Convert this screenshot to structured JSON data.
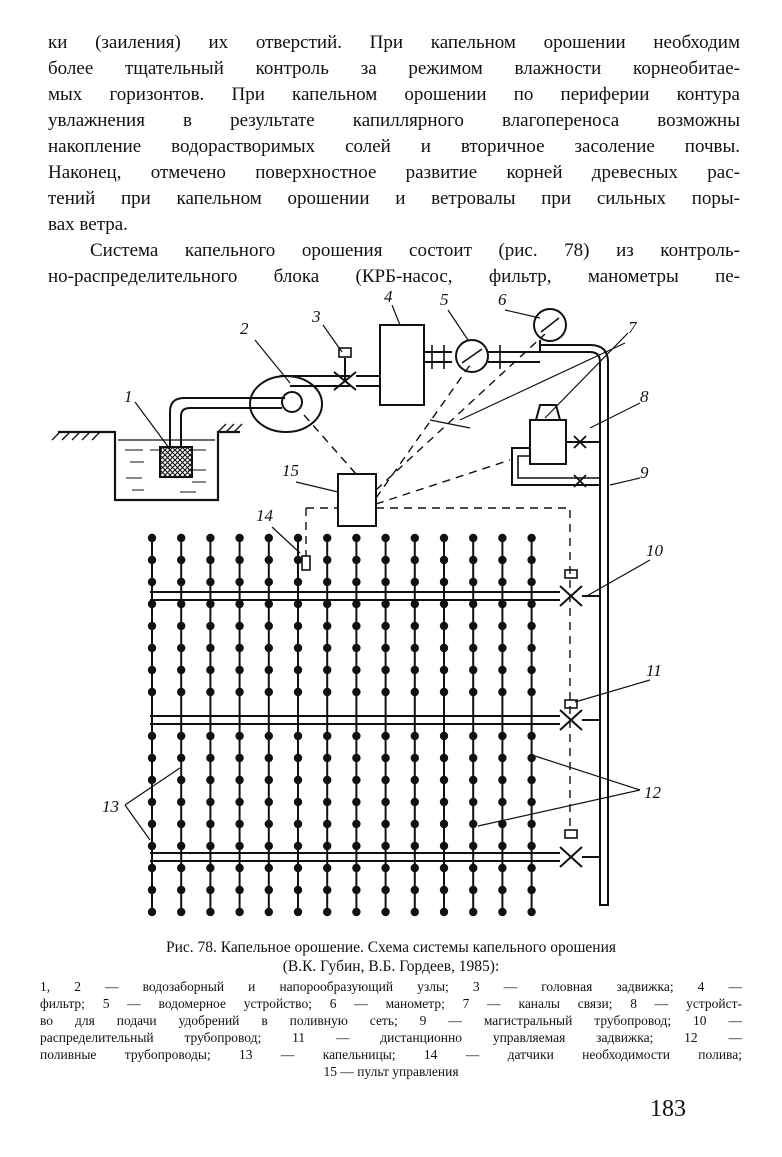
{
  "body_text": {
    "paragraph1_lines": [
      "ки (заиления) их отверстий. При капельном орошении необходим",
      "более тщательный контроль за режимом влажности корнеобитае-",
      "мых горизонтов. При капельном орошении по периферии контура",
      "увлажнения в результате капиллярного влагопереноса возможны",
      "накопление водорастворимых солей и вторичное засоление почвы.",
      "Наконец, отмечено поверхностное развитие корней древесных рас-",
      "тений при капельном орошении и ветровалы при сильных поры-",
      "вах ветра."
    ],
    "paragraph2_lines": [
      "Система капельного орошения состоит (рис. 78) из контроль-",
      "но-распределительного блока (КРБ-насос, фильтр, манометры пе-"
    ]
  },
  "figure": {
    "labels": {
      "l1": "1",
      "l2": "2",
      "l3": "3",
      "l4": "4",
      "l5": "5",
      "l6": "6",
      "l7": "7",
      "l8": "8",
      "l9": "9",
      "l10": "10",
      "l11": "11",
      "l12": "12",
      "l13": "13",
      "l14": "14",
      "l15": "15"
    }
  },
  "caption": {
    "title_line1": "Рис. 78. Капельное орошение. Схема системы капельного орошения",
    "title_line2": "(В.К. Губин, В.Б. Гордеев, 1985):",
    "legend_lines": [
      "1, 2 — водозаборный и напорообразующий узлы; 3 — головная задвижка; 4 —",
      "фильтр; 5 — водомерное устройство; 6 — манометр; 7 — каналы связи; 8 — устройст-",
      "во для подачи удобрений в поливную сеть; 9 — магистральный трубопровод; 10 —",
      "распределительный трубопровод; 11 — дистанционно управляемая задвижка; 12 —",
      "поливные трубопроводы; 13 — капельницы; 14 — датчики необходимости полива;",
      "15 — пульт управления"
    ]
  },
  "page_number": "183"
}
